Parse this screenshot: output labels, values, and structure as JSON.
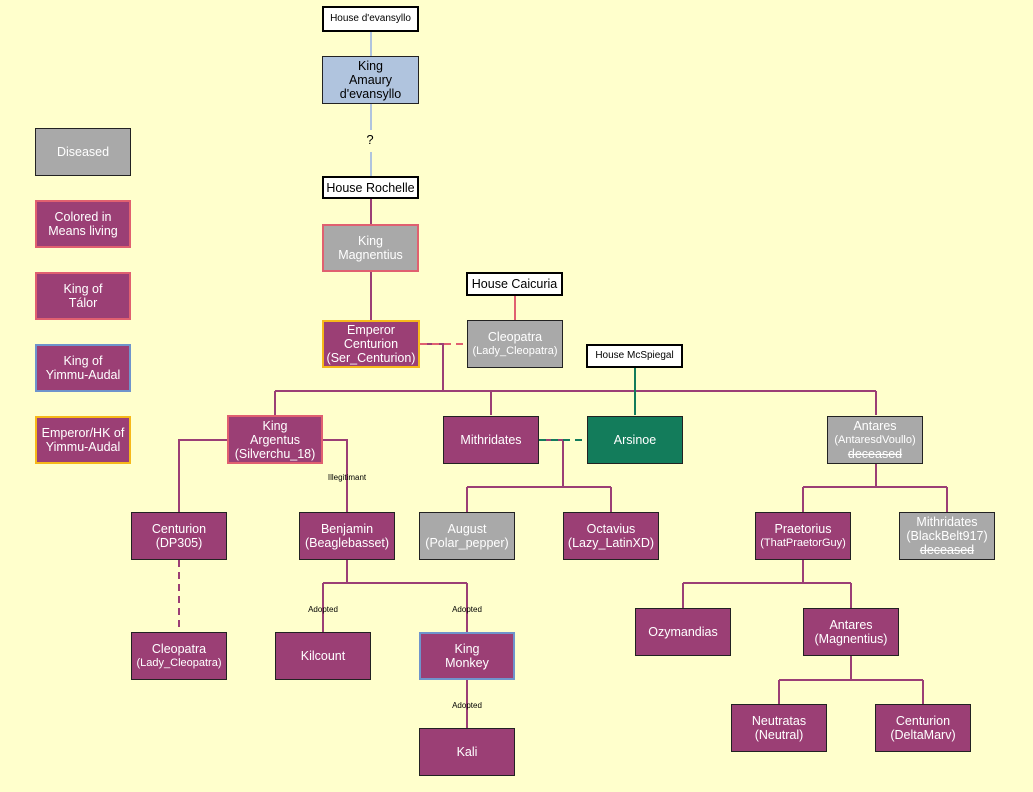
{
  "legend": {
    "diseased": "Diseased",
    "living": [
      "Colored in",
      "Means living"
    ],
    "king_talor": [
      "King of",
      "Tálor"
    ],
    "king_yimmu": [
      "King of",
      "Yimmu-Audal"
    ],
    "emperor_hk": [
      "Emperor/HK of",
      "Yimmu-Audal"
    ]
  },
  "houses": {
    "devansyllo": "House d'evansyllo",
    "rochelle": "House Rochelle",
    "caicuria": "House Caicuria",
    "mcspiegal": "House McSpiegal"
  },
  "question_mark": "?",
  "nodes": {
    "amaury": [
      "King",
      "Amaury",
      "d'evansyllo"
    ],
    "magnentius": [
      "King",
      "Magnentius"
    ],
    "emperor": [
      "Emperor",
      "Centurion",
      "(Ser_Centurion)"
    ],
    "cleopatra1": [
      "Cleopatra",
      "(Lady_Cleopatra)"
    ],
    "argentus": [
      "King",
      "Argentus",
      "(Silverchu_18)"
    ],
    "mithridates": [
      "Mithridates"
    ],
    "arsinoe": [
      "Arsinoe"
    ],
    "antares1": [
      "Antares",
      "(AntaresdVoullo)",
      "deceased"
    ],
    "centurion_dp": [
      "Centurion",
      "(DP305)"
    ],
    "benjamin": [
      "Benjamin",
      "(Beaglebasset)"
    ],
    "august": [
      "August",
      "(Polar_pepper)"
    ],
    "octavius": [
      "Octavius",
      "(Lazy_LatinXD)"
    ],
    "praetorius": [
      "Praetorius",
      "(ThatPraetorGuy)"
    ],
    "mithridates2": [
      "Mithridates",
      "(BlackBelt917)",
      "deceased"
    ],
    "cleopatra2": [
      "Cleopatra",
      "(Lady_Cleopatra)"
    ],
    "kilcount": [
      "Kilcount"
    ],
    "monkey": [
      "King",
      "Monkey"
    ],
    "ozymandias": [
      "Ozymandias"
    ],
    "antares2": [
      "Antares",
      "(Magnentius)"
    ],
    "kali": [
      "Kali"
    ],
    "neutratas": [
      "Neutratas",
      "(Neutral)"
    ],
    "centurion_dm": [
      "Centurion",
      "(DeltaMarv)"
    ]
  },
  "labels": {
    "illegitimate": "Illegitimant",
    "adopted": "Adopted"
  },
  "colors": {
    "purple": "#9b3f75",
    "grey": "#a9a9a9",
    "green": "#137c5b",
    "light_blue": "#b0c4de",
    "red_border": "#e06070",
    "blue_border": "#6f94cc",
    "gold_border": "#f6b81a"
  }
}
